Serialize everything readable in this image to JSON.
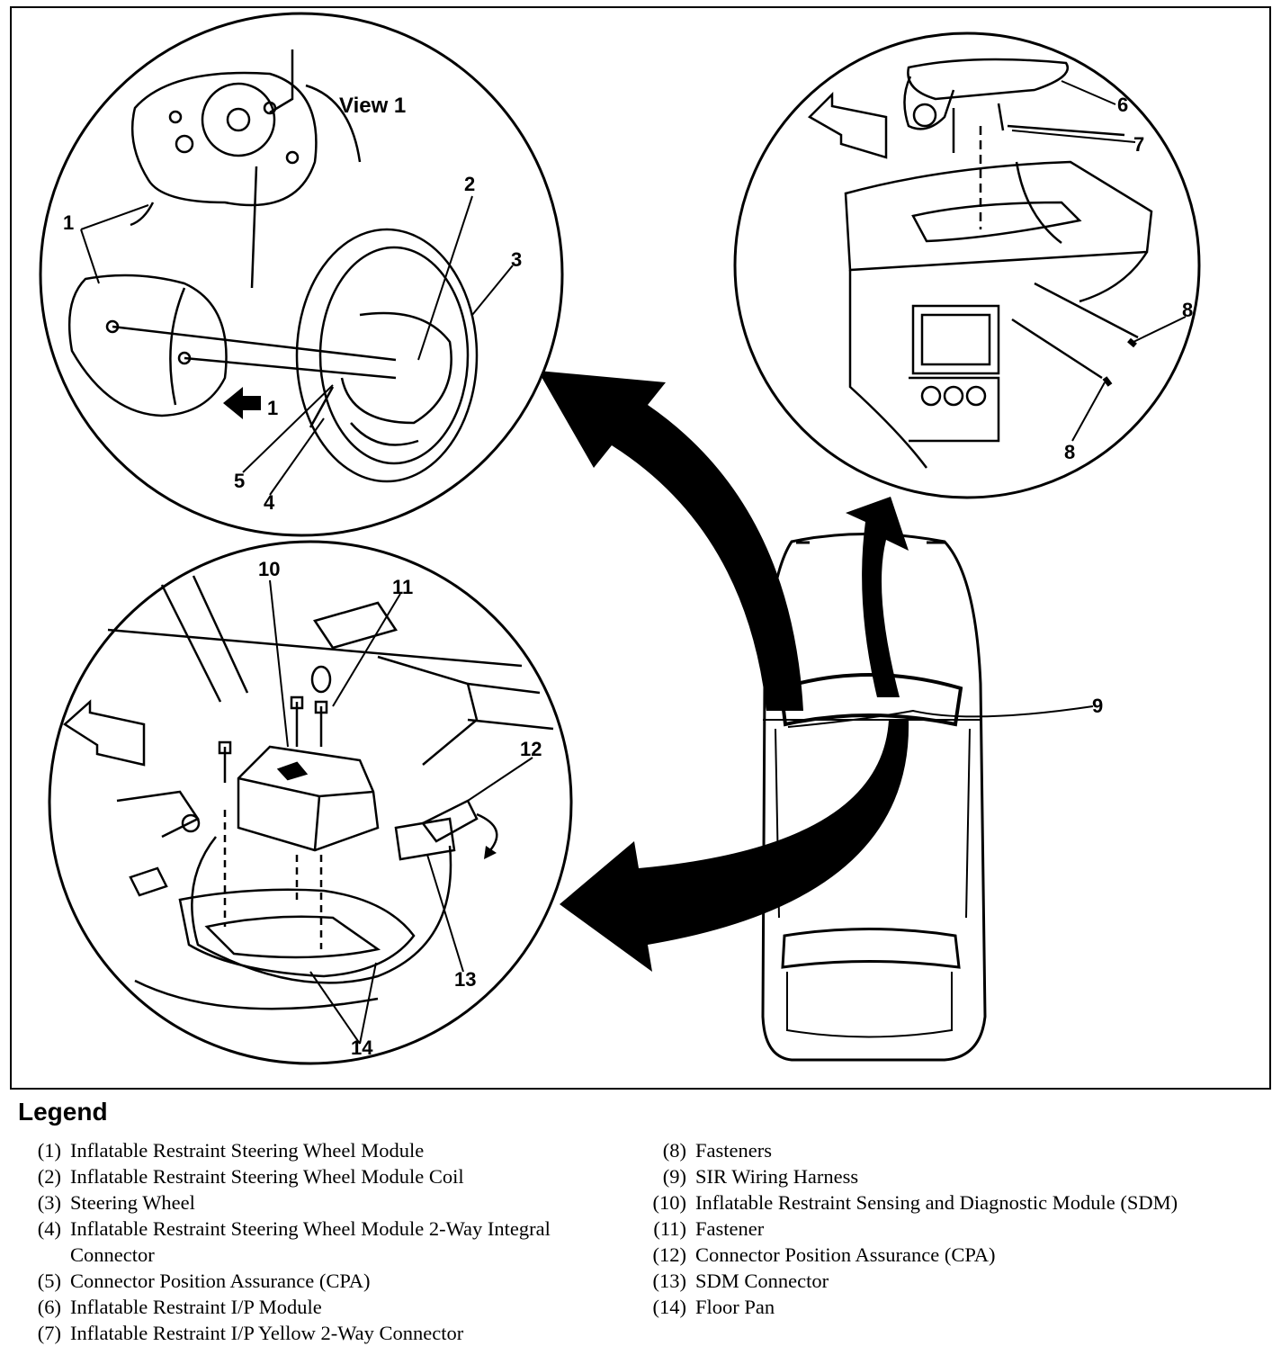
{
  "diagram": {
    "view_label": "View 1",
    "callouts": [
      "1",
      "2",
      "3",
      "4",
      "5",
      "6",
      "7",
      "8",
      "8",
      "9",
      "10",
      "11",
      "12",
      "13",
      "14",
      "1"
    ]
  },
  "legend": {
    "title": "Legend",
    "left_items": [
      {
        "num": "(1)",
        "text": "Inflatable Restraint Steering Wheel Module"
      },
      {
        "num": "(2)",
        "text": "Inflatable Restraint Steering Wheel Module Coil"
      },
      {
        "num": "(3)",
        "text": "Steering Wheel"
      },
      {
        "num": "(4)",
        "text": "Inflatable Restraint Steering Wheel Module 2-Way Integral Connector"
      },
      {
        "num": "(5)",
        "text": "Connector Position Assurance (CPA)"
      },
      {
        "num": "(6)",
        "text": "Inflatable Restraint I/P Module"
      },
      {
        "num": "(7)",
        "text": "Inflatable Restraint I/P Yellow 2-Way Connector"
      }
    ],
    "right_items": [
      {
        "num": "(8)",
        "text": "Fasteners"
      },
      {
        "num": "(9)",
        "text": "SIR Wiring Harness"
      },
      {
        "num": "(10)",
        "text": "Inflatable Restraint Sensing and Diagnostic Module (SDM)"
      },
      {
        "num": "(11)",
        "text": "Fastener"
      },
      {
        "num": "(12)",
        "text": "Connector Position Assurance (CPA)"
      },
      {
        "num": "(13)",
        "text": "SDM Connector"
      },
      {
        "num": "(14)",
        "text": "Floor Pan"
      }
    ]
  }
}
